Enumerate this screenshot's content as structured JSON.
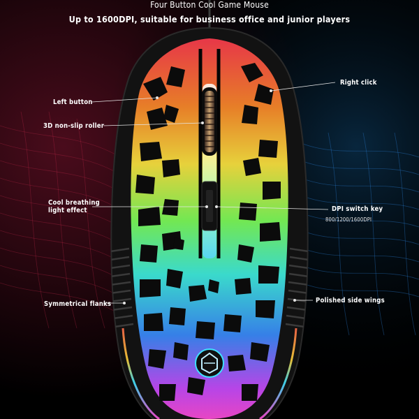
{
  "header": {
    "title": "Four Button Cool Game Mouse",
    "subtitle": "Up to 1600DPI, suitable for business office and junior players"
  },
  "callouts": {
    "right_click": "Right click",
    "left_button": "Left button",
    "roller": "3D non-slip roller",
    "breathing_line1": "Cool breathing",
    "breathing_line2": "light effect",
    "dpi_key": "DPI switch key",
    "dpi_values": "800/1200/1600DPI",
    "flanks": "Symmetrical flanks",
    "side_wings": "Polished side wings"
  },
  "colors": {
    "background": "#000000",
    "label_text": "#ffffff",
    "grid_left": "#c0284a",
    "grid_right": "#2a7fd6"
  },
  "icons": {
    "logo": "mouse-logo-emblem"
  }
}
